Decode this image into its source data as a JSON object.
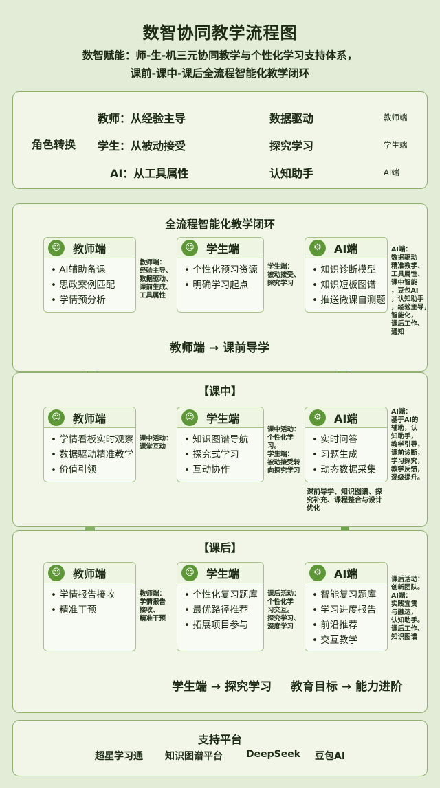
{
  "title": "数智协同教学流程图",
  "subtitle": {
    "line1": "数智赋能：师-生-机三元协同教学与个性化学习支持体系，",
    "line2": "课前-课中-课后全流程智能化教学闭环"
  },
  "role_section": {
    "label": "角色转换",
    "rows": [
      {
        "from": "教师：从经验主导",
        "to": "数据驱动",
        "end": "教师端"
      },
      {
        "from": "学生：从被动接受",
        "to": "探究学习",
        "end": "学生端"
      },
      {
        "from": "AI：从工具属性",
        "to": "认知助手",
        "end": "AI端"
      }
    ]
  },
  "pre": {
    "title": "全流程智能化教学闭环",
    "teacher": {
      "name": "教师端",
      "items": [
        "AI辅助备课",
        "思政案例匹配",
        "学情预分析"
      ]
    },
    "student": {
      "name": "学生端",
      "items": [
        "个性化预习资源",
        "明确学习起点"
      ]
    },
    "ai": {
      "name": "AI端",
      "items": [
        "知识诊断模型",
        "知识短板图谱",
        "推送微课自测题"
      ]
    },
    "note_teacher": "教师端：\n经验主导、\n数据驱动、\n课前生成、\n工具属性",
    "note_student": "学生端：\n被动接受、\n探究学习",
    "note_ai": "AI端：\n数据驱动\n精准教学、\n工具属性、\n课中智能\n，豆包AI\n，认知助手\n，经验主导，\n智能化，\n课后工作、\n通知",
    "flow": "教师端 → 课前导学"
  },
  "mid": {
    "title": "【课中】",
    "teacher": {
      "name": "教师端",
      "items": [
        "学情看板实时观察",
        "数据驱动精准教学",
        "价值引领"
      ]
    },
    "student": {
      "name": "学生端",
      "items": [
        "知识图谱导航",
        "探究式学习",
        "互动协作"
      ]
    },
    "ai": {
      "name": "AI端",
      "items": [
        "实时问答",
        "习题生成",
        "动态数据采集"
      ]
    },
    "note_teacher": "课中活动：\n课堂互动",
    "note_student": "课中活动：\n个性化学\n习。\n学生端：\n被动接受转\n向探究学习",
    "note_ai": "AI端：\n基于AI的\n辅助，认\n知助手，\n教学引导，\n课前诊断，\n学习探究，\n教学反馈，\n逐级提升。",
    "note_bottom": "课前导学、知识图谱、探\n究补充、课程整合与设计\n优化"
  },
  "post": {
    "title": "【课后】",
    "teacher": {
      "name": "教师端",
      "items": [
        "学情报告接收",
        "精准干预"
      ]
    },
    "student": {
      "name": "学生端",
      "items": [
        "个性化复习题库",
        "最优路径推荐",
        "拓展项目参与"
      ]
    },
    "ai": {
      "name": "AI端",
      "items": [
        "智能复习题库",
        "学习进度报告",
        "前沿推荐",
        "交互教学"
      ]
    },
    "note_teacher": "教师端：\n学情报告\n接收、\n精准干预",
    "note_student": "课后活动：\n个性化学\n习交互。\n探究学习、\n深度学习",
    "note_ai": "课后活动：\n创新团队。\nAI端：\n实践宜贯\n与融达，\n认知助手。\n课后工作、\n知识图谱",
    "flow_left": "学生端 → 探究学习",
    "flow_right": "教育目标 → 能力进阶"
  },
  "platform": {
    "title": "支持平台",
    "items": [
      "超星学习通",
      "知识图谱平台",
      "DeepSeek",
      "豆包AI"
    ]
  },
  "colors": {
    "arrow": "#6fa548",
    "border": "#8fb06d",
    "icon": "#5e9738",
    "background": "#e3ecd6"
  }
}
